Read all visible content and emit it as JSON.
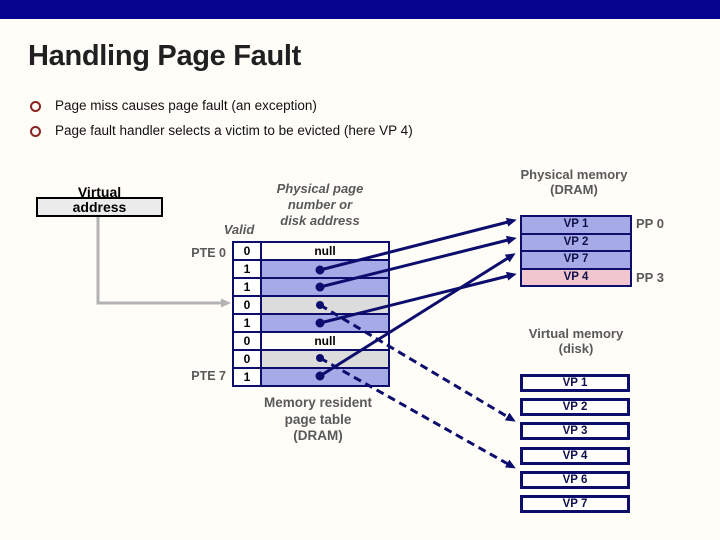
{
  "slide": {
    "title": "Handling Page Fault",
    "bullets": [
      "Page miss causes page fault (an exception)",
      "Page fault handler selects a victim to be evicted (here VP 4)"
    ]
  },
  "virtual_address": {
    "lines": [
      "Virtual",
      "address"
    ]
  },
  "page_table": {
    "header_lines": [
      "Physical page",
      "number or",
      "disk address"
    ],
    "valid_header": "Valid",
    "pte_first_label": "PTE 0",
    "pte_last_label": "PTE 7",
    "rows": [
      {
        "valid": "0",
        "content": "null",
        "fill": "white"
      },
      {
        "valid": "1",
        "content": "",
        "fill": "blue"
      },
      {
        "valid": "1",
        "content": "",
        "fill": "blue"
      },
      {
        "valid": "0",
        "content": "",
        "fill": "gray"
      },
      {
        "valid": "1",
        "content": "",
        "fill": "blue"
      },
      {
        "valid": "0",
        "content": "null",
        "fill": "white"
      },
      {
        "valid": "0",
        "content": "",
        "fill": "gray"
      },
      {
        "valid": "1",
        "content": "",
        "fill": "blue"
      }
    ],
    "caption_lines": [
      "Memory resident",
      "page table",
      "(DRAM)"
    ]
  },
  "physical_memory": {
    "title_lines": [
      "Physical memory",
      "(DRAM)"
    ],
    "rows": [
      {
        "label": "VP 1",
        "fill": "blue"
      },
      {
        "label": "VP 2",
        "fill": "blue"
      },
      {
        "label": "VP 7",
        "fill": "blue"
      },
      {
        "label": "VP 4",
        "fill": "pink"
      }
    ],
    "pp_label_top": "PP 0",
    "pp_label_bottom": "PP 3"
  },
  "disk": {
    "title_lines": [
      "Virtual memory",
      "(disk)"
    ],
    "rows": [
      "VP 1",
      "VP 2",
      "VP 3",
      "VP 4",
      "VP 6",
      "VP 7"
    ]
  },
  "connections": {
    "address_arrow": "Virtual address → PTE 3",
    "solid_arrows": [
      "PTE 1 → VP 1 (DRAM)",
      "PTE 2 → VP 2 (DRAM)",
      "PTE 4 → VP 4 (DRAM)",
      "PTE 7 → VP 7 (DRAM)"
    ],
    "dashed_arrows": [
      "PTE 3 → VP 3 (disk)",
      "PTE 6 → VP 6 (disk)"
    ]
  },
  "colors": {
    "top_bar": "#04048e",
    "navy_border": "#0d0d6b",
    "blue_row": "#a6aae6",
    "gray_row": "#dcdcdc",
    "pink_row": "#f2c6ce",
    "gray_text": "#595959",
    "bullet_maroon": "#8b2323",
    "address_arrow_gray": "#b3b3b3"
  }
}
